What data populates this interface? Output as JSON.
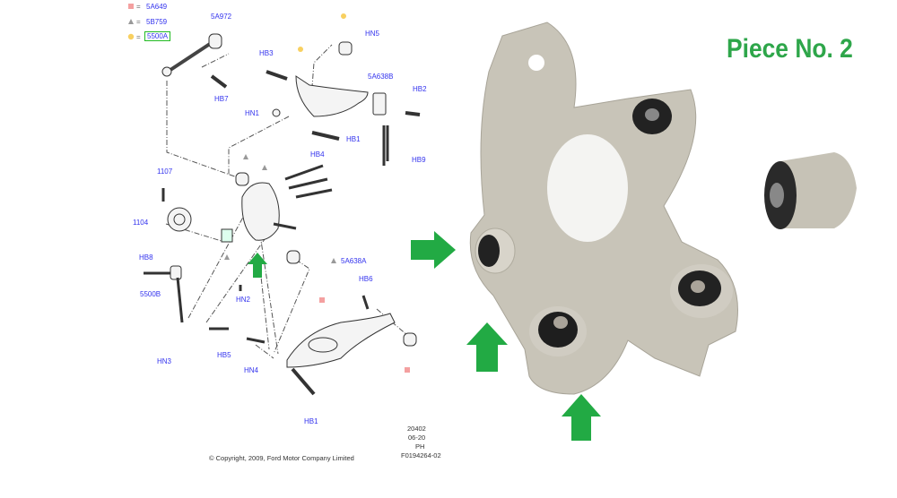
{
  "title": "Piece No. 2",
  "legend": [
    {
      "symbol": "square",
      "color": "#f4a0a0",
      "code": "5A649"
    },
    {
      "symbol": "triangle",
      "color": "#999999",
      "code": "5B759"
    },
    {
      "symbol": "circle",
      "color": "#f8d060",
      "code": "5500A",
      "highlighted": true
    }
  ],
  "labels": {
    "l5A972": "5A972",
    "hb7": "HB7",
    "hb3": "HB3",
    "hn5": "HN5",
    "l5A638B": "5A638B",
    "hb2": "HB2",
    "hn1": "HN1",
    "hb1a": "HB1",
    "hb9": "HB9",
    "hb4": "HB4",
    "l1107": "1107",
    "l1104": "1104",
    "hb8": "HB8",
    "l5500B": "5500B",
    "hn2": "HN2",
    "l5A638A": "5A638A",
    "hb6": "HB6",
    "hn3": "HN3",
    "hb5": "HB5",
    "hn4": "HN4",
    "hb1b": "HB1"
  },
  "ref": [
    "20402",
    "06-20",
    "PH",
    "F0194264-02"
  ],
  "copyright": "© Copyright, 2009, Ford Motor Company Limited",
  "colors": {
    "arrow": "#22aa44",
    "title": "#2ea64a",
    "label": "#3333ee"
  }
}
